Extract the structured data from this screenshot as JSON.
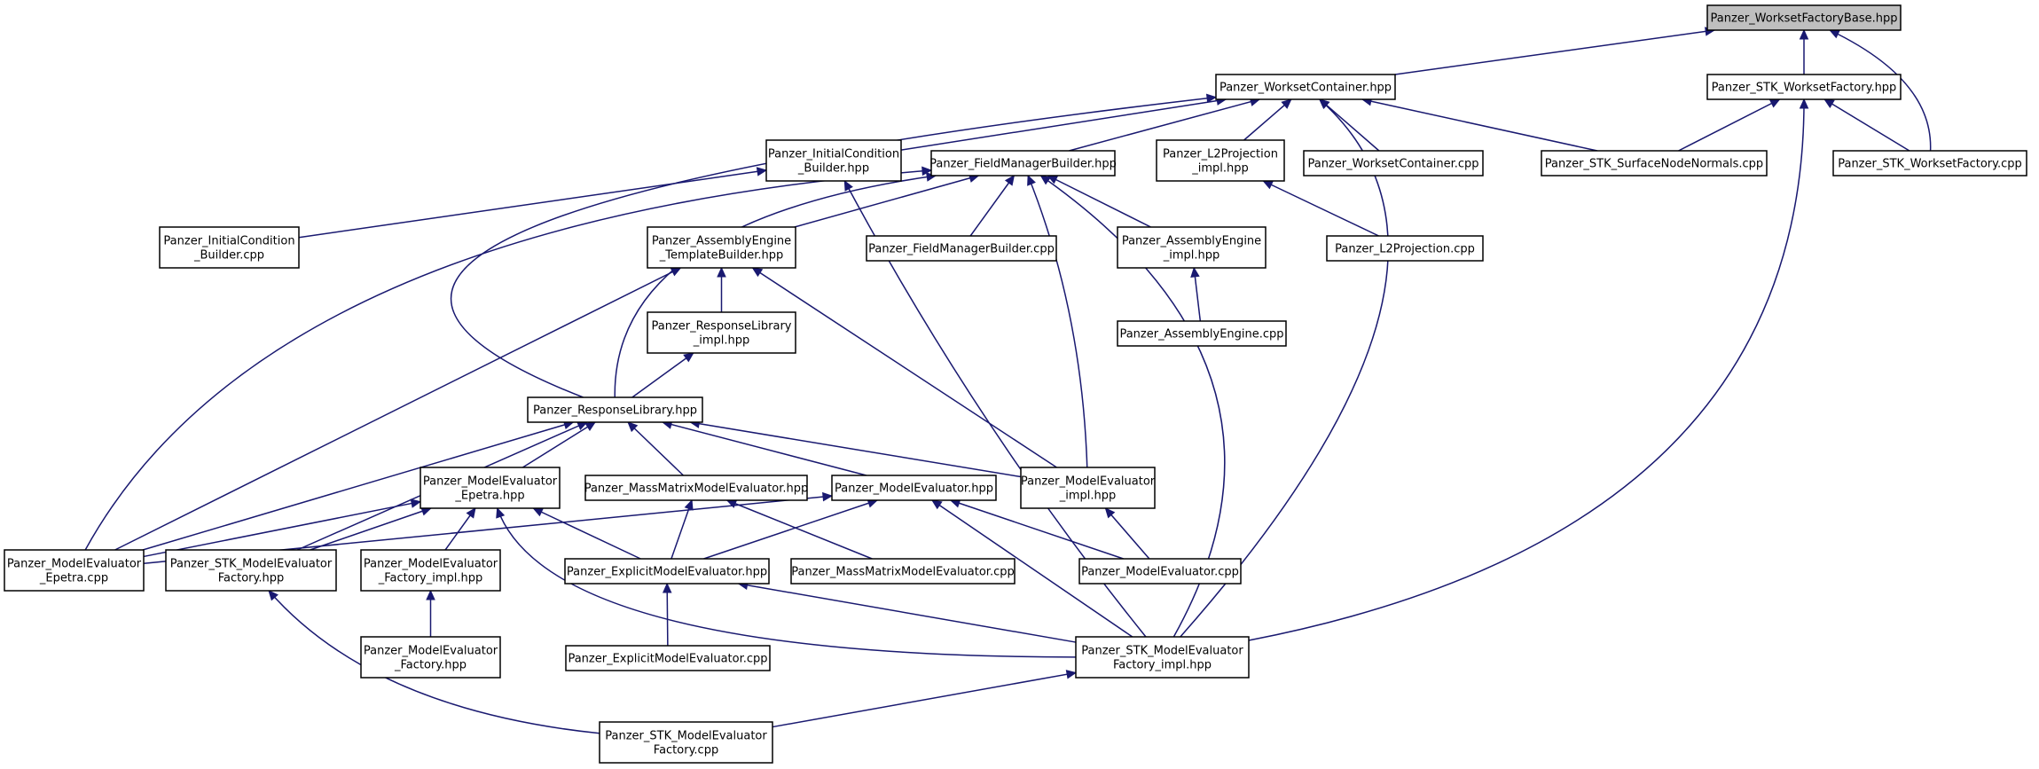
{
  "graph": {
    "nodes": [
      {
        "id": "wfb",
        "lines": [
          "Panzer_WorksetFactoryBase.hpp"
        ],
        "root": true
      },
      {
        "id": "wc",
        "lines": [
          "Panzer_WorksetContainer.hpp"
        ]
      },
      {
        "id": "stkwf",
        "lines": [
          "Panzer_STK_WorksetFactory.hpp"
        ]
      },
      {
        "id": "icb",
        "lines": [
          "Panzer_InitialCondition",
          "_Builder.hpp"
        ]
      },
      {
        "id": "fmb",
        "lines": [
          "Panzer_FieldManagerBuilder.hpp"
        ]
      },
      {
        "id": "l2i",
        "lines": [
          "Panzer_L2Projection",
          "_impl.hpp"
        ]
      },
      {
        "id": "wccpp",
        "lines": [
          "Panzer_WorksetContainer.cpp"
        ]
      },
      {
        "id": "snn",
        "lines": [
          "Panzer_STK_SurfaceNodeNormals.cpp"
        ]
      },
      {
        "id": "stkwfcpp",
        "lines": [
          "Panzer_STK_WorksetFactory.cpp"
        ]
      },
      {
        "id": "icbcpp",
        "lines": [
          "Panzer_InitialCondition",
          "_Builder.cpp"
        ]
      },
      {
        "id": "aetb",
        "lines": [
          "Panzer_AssemblyEngine",
          "_TemplateBuilder.hpp"
        ]
      },
      {
        "id": "fmbcpp",
        "lines": [
          "Panzer_FieldManagerBuilder.cpp"
        ]
      },
      {
        "id": "aei",
        "lines": [
          "Panzer_AssemblyEngine",
          "_impl.hpp"
        ]
      },
      {
        "id": "l2cpp",
        "lines": [
          "Panzer_L2Projection.cpp"
        ]
      },
      {
        "id": "rli",
        "lines": [
          "Panzer_ResponseLibrary",
          "_impl.hpp"
        ]
      },
      {
        "id": "aecpp",
        "lines": [
          "Panzer_AssemblyEngine.cpp"
        ]
      },
      {
        "id": "rl",
        "lines": [
          "Panzer_ResponseLibrary.hpp"
        ]
      },
      {
        "id": "mee",
        "lines": [
          "Panzer_ModelEvaluator",
          "_Epetra.hpp"
        ]
      },
      {
        "id": "mmme",
        "lines": [
          "Panzer_MassMatrixModelEvaluator.hpp"
        ]
      },
      {
        "id": "me",
        "lines": [
          "Panzer_ModelEvaluator.hpp"
        ]
      },
      {
        "id": "mei",
        "lines": [
          "Panzer_ModelEvaluator",
          "_impl.hpp"
        ]
      },
      {
        "id": "meecpp",
        "lines": [
          "Panzer_ModelEvaluator",
          "_Epetra.cpp"
        ]
      },
      {
        "id": "stkmef",
        "lines": [
          "Panzer_STK_ModelEvaluator",
          "Factory.hpp"
        ]
      },
      {
        "id": "mefi",
        "lines": [
          "Panzer_ModelEvaluator",
          "_Factory_impl.hpp"
        ]
      },
      {
        "id": "eme",
        "lines": [
          "Panzer_ExplicitModelEvaluator.hpp"
        ]
      },
      {
        "id": "mmmecpp",
        "lines": [
          "Panzer_MassMatrixModelEvaluator.cpp"
        ]
      },
      {
        "id": "mecpp",
        "lines": [
          "Panzer_ModelEvaluator.cpp"
        ]
      },
      {
        "id": "mef",
        "lines": [
          "Panzer_ModelEvaluator",
          "_Factory.hpp"
        ]
      },
      {
        "id": "emecpp",
        "lines": [
          "Panzer_ExplicitModelEvaluator.cpp"
        ]
      },
      {
        "id": "stkmefi",
        "lines": [
          "Panzer_STK_ModelEvaluator",
          "Factory_impl.hpp"
        ]
      },
      {
        "id": "stkmefcpp",
        "lines": [
          "Panzer_STK_ModelEvaluator",
          "Factory.cpp"
        ]
      }
    ],
    "edges": [
      [
        "wc",
        "wfb"
      ],
      [
        "stkwf",
        "wfb"
      ],
      [
        "stkwfcpp",
        "wfb"
      ],
      [
        "icb",
        "wc"
      ],
      [
        "fmb",
        "wc"
      ],
      [
        "l2i",
        "wc"
      ],
      [
        "wccpp",
        "wc"
      ],
      [
        "snn",
        "wc"
      ],
      [
        "rl",
        "wc"
      ],
      [
        "stkmefi",
        "wc"
      ],
      [
        "snn",
        "stkwf"
      ],
      [
        "stkwfcpp",
        "stkwf"
      ],
      [
        "stkmefi",
        "stkwf"
      ],
      [
        "icbcpp",
        "icb"
      ],
      [
        "stkmefi",
        "icb"
      ],
      [
        "aetb",
        "fmb"
      ],
      [
        "fmbcpp",
        "fmb"
      ],
      [
        "aei",
        "fmb"
      ],
      [
        "rl",
        "fmb"
      ],
      [
        "meecpp",
        "fmb"
      ],
      [
        "mei",
        "fmb"
      ],
      [
        "stkmefi",
        "fmb"
      ],
      [
        "l2cpp",
        "l2i"
      ],
      [
        "rli",
        "aetb"
      ],
      [
        "meecpp",
        "aetb"
      ],
      [
        "mei",
        "aetb"
      ],
      [
        "aecpp",
        "aei"
      ],
      [
        "rl",
        "rli"
      ],
      [
        "mee",
        "rl"
      ],
      [
        "mmme",
        "rl"
      ],
      [
        "me",
        "rl"
      ],
      [
        "mei",
        "rl"
      ],
      [
        "meecpp",
        "rl"
      ],
      [
        "stkmef",
        "rl"
      ],
      [
        "meecpp",
        "mee"
      ],
      [
        "stkmef",
        "mee"
      ],
      [
        "mefi",
        "mee"
      ],
      [
        "eme",
        "mee"
      ],
      [
        "stkmefi",
        "mee"
      ],
      [
        "eme",
        "mmme"
      ],
      [
        "mmmecpp",
        "mmme"
      ],
      [
        "eme",
        "me"
      ],
      [
        "mecpp",
        "me"
      ],
      [
        "stkmefi",
        "me"
      ],
      [
        "meecpp",
        "me"
      ],
      [
        "mecpp",
        "mei"
      ],
      [
        "mef",
        "mefi"
      ],
      [
        "emecpp",
        "eme"
      ],
      [
        "stkmefi",
        "eme"
      ],
      [
        "stkmefcpp",
        "stkmef"
      ],
      [
        "stkmefcpp",
        "stkmefi"
      ]
    ]
  }
}
